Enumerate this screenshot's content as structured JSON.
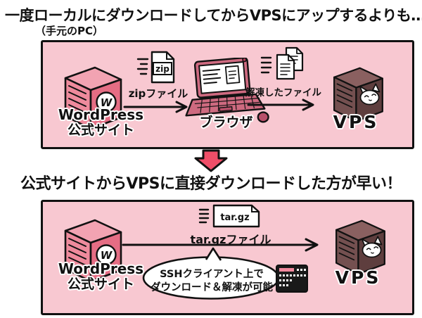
{
  "titles": {
    "top": "一度ローカルにダウンロードしてからVPSにアップするよりも…",
    "local_pc_note": "（手元のPC）",
    "bottom": "公式サイトからVPSに直接ダウンロードした方が早い！"
  },
  "panel1": {
    "wordpress_server": {
      "label_line1": "WordPress",
      "label_line2": "公式サイト",
      "badge_letter": "W"
    },
    "zip_flow": {
      "file_type": "zip",
      "arrow_label": "zipファイル"
    },
    "browser": {
      "label": "ブラウザ"
    },
    "extracted_flow": {
      "arrow_label": "解凍したファイル"
    },
    "vps_server": {
      "label": "VPS"
    }
  },
  "panel2": {
    "wordpress_server": {
      "label_line1": "WordPress",
      "label_line2": "公式サイト",
      "badge_letter": "W"
    },
    "targz_flow": {
      "file_type": "tar.gz",
      "arrow_label": "tar.gzファイル"
    },
    "ssh_note": {
      "line1": "SSHクライアント上で",
      "line2": "ダウンロード＆解凍が可能"
    },
    "vps_server": {
      "label": "VPS"
    }
  },
  "colors": {
    "panel_bg": "#f8c8d1",
    "accent_arrow": "#ef4e68",
    "wp_server_face": "#e56d84",
    "vps_server_face": "#5e3e3e",
    "laptop_body": "#ce6a80",
    "outline": "#111111"
  }
}
